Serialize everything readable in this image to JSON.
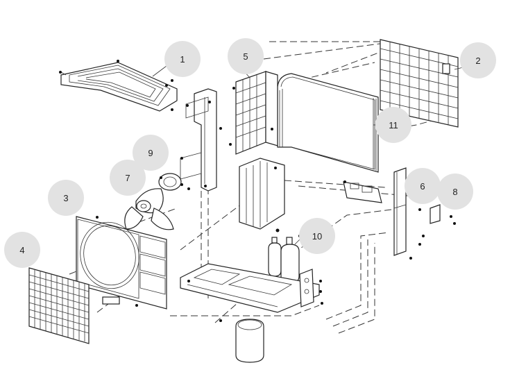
{
  "diagram": {
    "callouts": [
      {
        "id": "part-1",
        "label": "1"
      },
      {
        "id": "part-2",
        "label": "2"
      },
      {
        "id": "part-3",
        "label": "3"
      },
      {
        "id": "part-4",
        "label": "4"
      },
      {
        "id": "part-5",
        "label": "5"
      },
      {
        "id": "part-6",
        "label": "6"
      },
      {
        "id": "part-7",
        "label": "7"
      },
      {
        "id": "part-8",
        "label": "8"
      },
      {
        "id": "part-9",
        "label": "9"
      },
      {
        "id": "part-10",
        "label": "10"
      },
      {
        "id": "part-11",
        "label": "11"
      }
    ],
    "colors": {
      "callout_fill": "#e2e2e2",
      "line": "#222222"
    }
  }
}
